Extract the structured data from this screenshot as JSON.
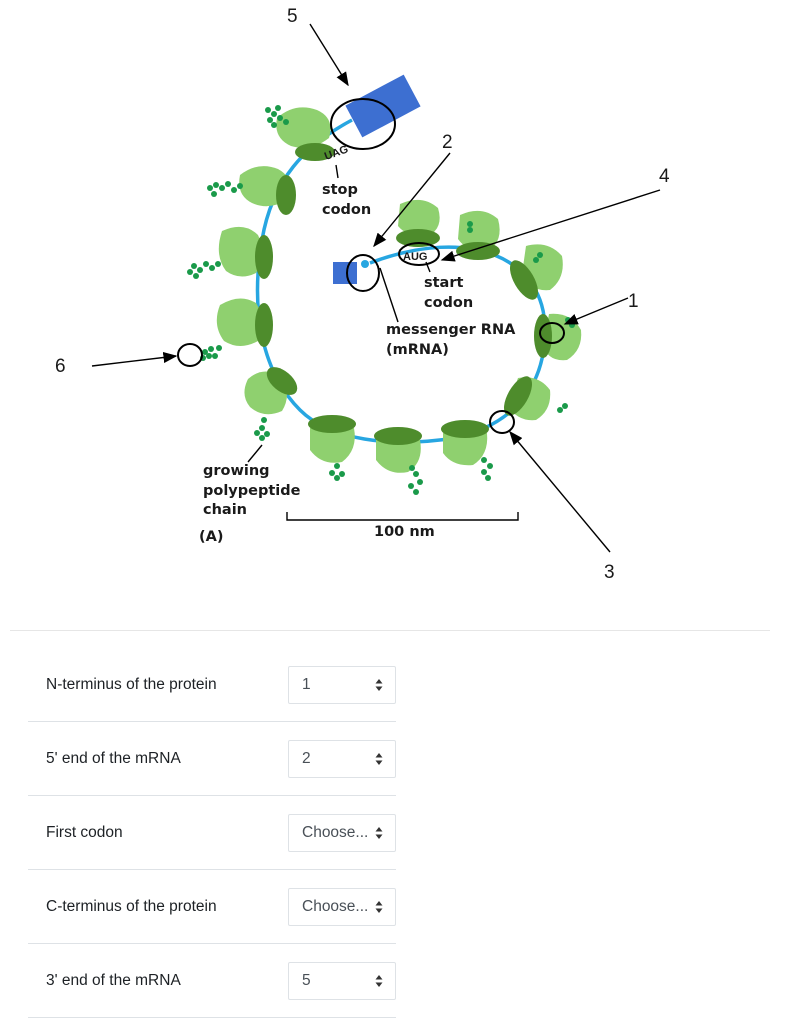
{
  "diagram": {
    "panel_label": "(A)",
    "labels": {
      "stop_codon": [
        "stop",
        "codon"
      ],
      "start_codon": [
        "start",
        "codon"
      ],
      "mrna": [
        "messenger RNA",
        "(mRNA)"
      ],
      "polypeptide": [
        "growing",
        "polypeptide",
        "chain"
      ],
      "scale": "100 nm",
      "start_triplet": "AUG",
      "stop_triplet": "UAG"
    },
    "markers": [
      "1",
      "2",
      "3",
      "4",
      "5",
      "6"
    ],
    "colors": {
      "mrna": "#27a6e1",
      "ribosome_light": "#8fd06f",
      "ribosome_dark": "#4e8c2c",
      "polypeptide": "#1a9a4a",
      "release_factor": "#3d6fd1",
      "codon_text": "#d0156a"
    }
  },
  "quiz": {
    "rows": [
      {
        "label": "N-terminus of the protein",
        "value": "1"
      },
      {
        "label": "5' end of the mRNA",
        "value": "2"
      },
      {
        "label": "First codon",
        "value": "Choose..."
      },
      {
        "label": "C-terminus of the protein",
        "value": "Choose..."
      },
      {
        "label": "3' end of the mRNA",
        "value": "5"
      }
    ]
  }
}
